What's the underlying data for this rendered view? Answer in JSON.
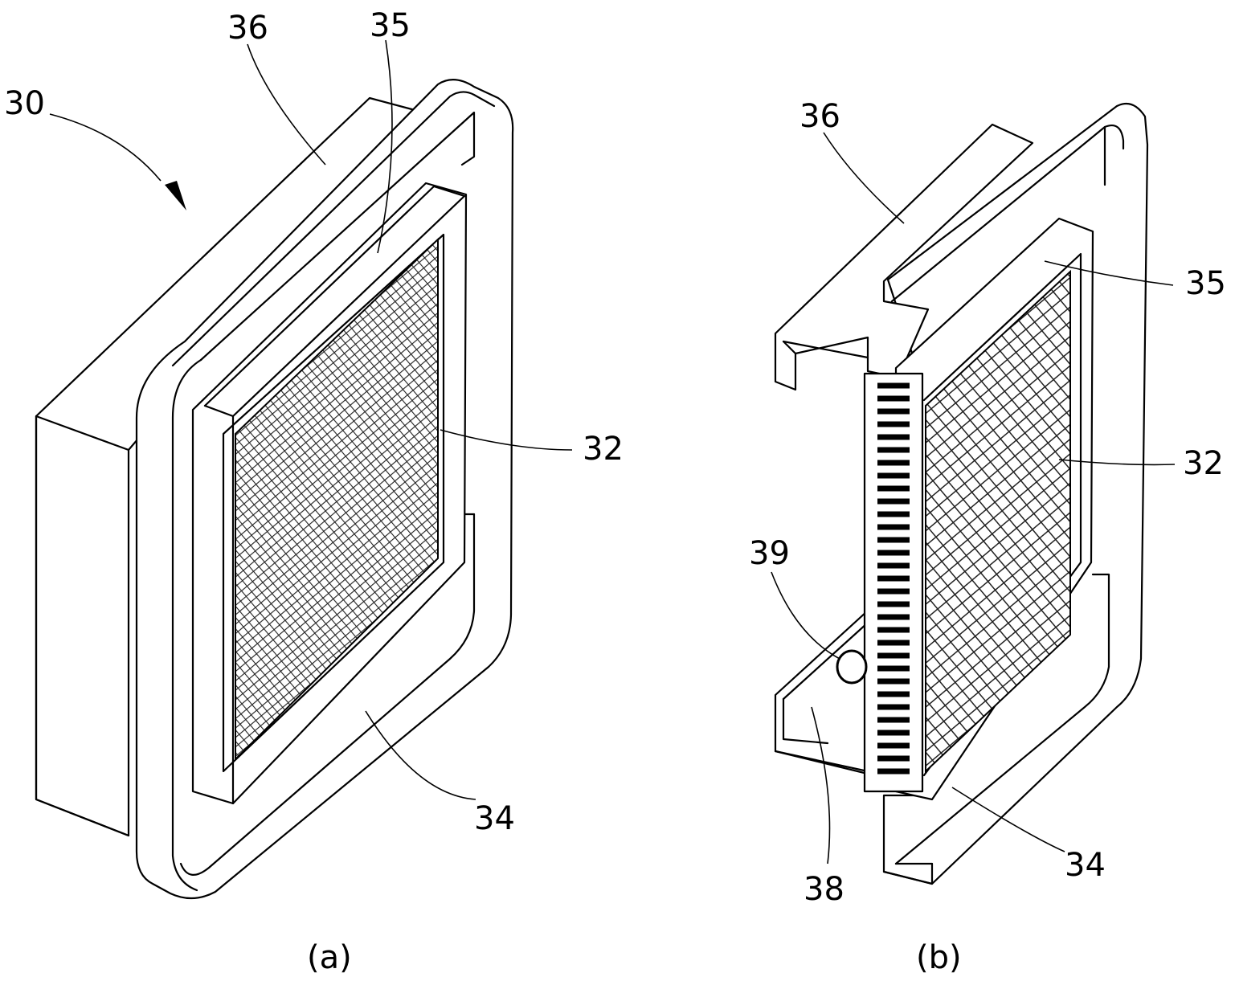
{
  "figure_a": {
    "caption": "(a)",
    "refs": {
      "r30": "30",
      "r36": "36",
      "r35": "35",
      "r32": "32",
      "r34": "34"
    }
  },
  "figure_b": {
    "caption": "(b)",
    "refs": {
      "r36": "36",
      "r35": "35",
      "r32": "32",
      "r39": "39",
      "r38": "38",
      "r34": "34"
    }
  }
}
